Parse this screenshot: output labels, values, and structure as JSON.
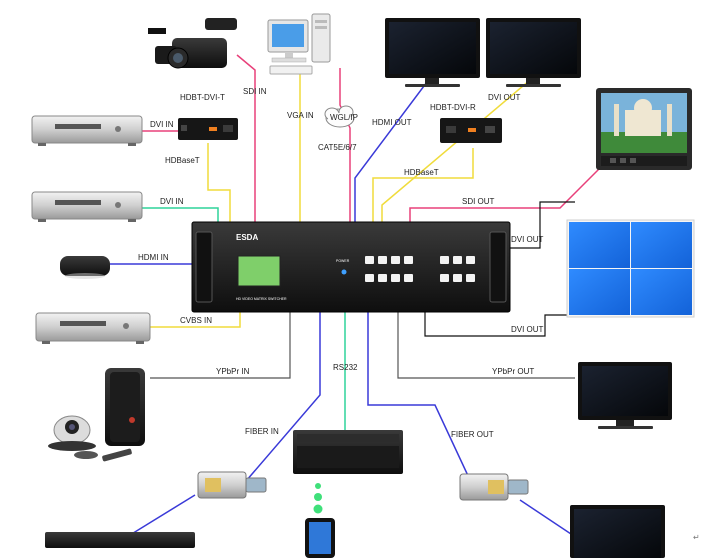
{
  "colors": {
    "pink": "#e8407a",
    "yellow": "#f0dc3c",
    "blue": "#3a3ad8",
    "green": "#2fd39a",
    "gray": "#555555",
    "black": "#111111",
    "screen_blue": "#1e78ee"
  },
  "hub": {
    "brand": "ESDA",
    "model_caption": "HD VIDEO MATRIX SWITCHER",
    "power_caption": "POWER"
  },
  "labels": {
    "sdi_in": "SDI IN",
    "hdbt_dvi_t": "HDBT-DVI-T",
    "dvi_in_1": "DVI IN",
    "hdbaset_left": "HDBaseT",
    "dvi_in_2": "DVI IN",
    "hdmi_in": "HDMI IN",
    "cvbs_in": "CVBS IN",
    "ypbpr_in": "YPbPr IN",
    "vga_in": "VGA IN",
    "network": "WGL/IP",
    "cat5e": "CAT5E/6/7",
    "hdmi_out": "HDMI OUT",
    "dvi_out_top": "DVI OUT",
    "hdbt_dvi_r": "HDBT-DVI-R",
    "hdbaset_right": "HDBaseT",
    "sdi_out": "SDI OUT",
    "dvi_out_1": "DVI OUT",
    "dvi_out_2": "DVI OUT",
    "rs232": "RS232",
    "ypbpr_out": "YPbPr OUT",
    "fiber_in": "FIBER IN",
    "fiber_out": "FIBER OUT"
  }
}
